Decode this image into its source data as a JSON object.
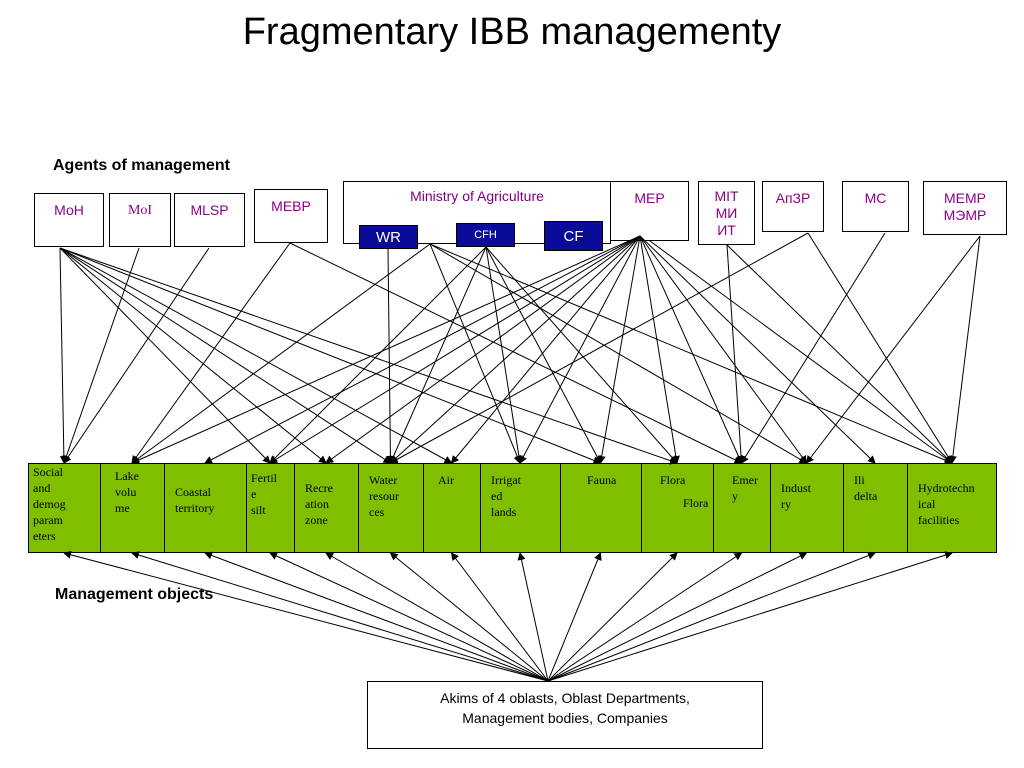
{
  "title": "Fragmentary IBB managementy",
  "labels": {
    "agents": "Agents of management",
    "objects": "Management objects"
  },
  "agents": [
    {
      "id": "moh",
      "label": "МоН"
    },
    {
      "id": "moi",
      "label": "MoI"
    },
    {
      "id": "mlsp",
      "label": "MLSP"
    },
    {
      "id": "mebp",
      "label": "MEBP"
    },
    {
      "id": "moa",
      "label": "Ministry of Agriculture"
    },
    {
      "id": "mep",
      "label": "MEP"
    },
    {
      "id": "mit",
      "label": "MIT\nМИ\nИТ"
    },
    {
      "id": "apzr",
      "label": "АпЗР"
    },
    {
      "id": "mc",
      "label": "MC"
    },
    {
      "id": "memr",
      "label": "MEMP\nМЭМР"
    }
  ],
  "subagents": [
    {
      "id": "wr",
      "label": "WR"
    },
    {
      "id": "cfh",
      "label": "CFH"
    },
    {
      "id": "cf",
      "label": "CF"
    }
  ],
  "objects": [
    {
      "id": "social",
      "label": "Social\nand\ndemog\nparam\neters"
    },
    {
      "id": "lake",
      "label": "Lake\nvolu\nme"
    },
    {
      "id": "coastal",
      "label": "Coastal\nterritory"
    },
    {
      "id": "fertile",
      "label": "Fertil\ne\nsilt"
    },
    {
      "id": "recreation",
      "label": "Recre\nation\nzone"
    },
    {
      "id": "water",
      "label": "Water\nresour\nces"
    },
    {
      "id": "air",
      "label": "Air"
    },
    {
      "id": "irrigated",
      "label": "Irrigat\ned\nlands"
    },
    {
      "id": "fauna",
      "label": "Fauna"
    },
    {
      "id": "flora",
      "label": "Flora"
    },
    {
      "id": "emery",
      "label": "Emer\ny"
    },
    {
      "id": "industry",
      "label": "Indust\nry"
    },
    {
      "id": "ili",
      "label": "Ili\ndelta"
    },
    {
      "id": "hydro",
      "label": "Hydrotechn\nical\nfacilities"
    }
  ],
  "flora_extra": "Flora",
  "akims": "Akims of  4 oblasts,  Oblast Departments,\nManagement bodies, Companies",
  "colors": {
    "objects_fill": "#7fbf00",
    "subagent_fill": "#0b0b9a",
    "agent_text": "#8b008b"
  },
  "links": [
    [
      "moh",
      "social"
    ],
    [
      "moh",
      "fertile"
    ],
    [
      "moh",
      "recreation"
    ],
    [
      "moh",
      "water"
    ],
    [
      "moh",
      "air"
    ],
    [
      "moh",
      "fauna"
    ],
    [
      "moh",
      "flora"
    ],
    [
      "moi",
      "social"
    ],
    [
      "mlsp",
      "social"
    ],
    [
      "mebp",
      "lake"
    ],
    [
      "mebp",
      "emery"
    ],
    [
      "wr",
      "water"
    ],
    [
      "cfh",
      "fertile"
    ],
    [
      "cfh",
      "water"
    ],
    [
      "cfh",
      "irrigated"
    ],
    [
      "cfh",
      "fauna"
    ],
    [
      "cfh",
      "flora"
    ],
    [
      "moa",
      "lake"
    ],
    [
      "moa",
      "irrigated"
    ],
    [
      "moa",
      "industry"
    ],
    [
      "moa",
      "hydro"
    ],
    [
      "cf",
      "lake"
    ],
    [
      "cf",
      "coastal"
    ],
    [
      "cf",
      "fertile"
    ],
    [
      "cf",
      "recreation"
    ],
    [
      "cf",
      "water"
    ],
    [
      "cf",
      "air"
    ],
    [
      "cf",
      "irrigated"
    ],
    [
      "cf",
      "fauna"
    ],
    [
      "cf",
      "flora"
    ],
    [
      "cf",
      "emery"
    ],
    [
      "cf",
      "industry"
    ],
    [
      "cf",
      "ili"
    ],
    [
      "mit",
      "emery"
    ],
    [
      "mit",
      "hydro"
    ],
    [
      "apzr",
      "water"
    ],
    [
      "apzr",
      "hydro"
    ],
    [
      "mc",
      "emery"
    ],
    [
      "memr",
      "hydro"
    ],
    [
      "memr",
      "industry"
    ],
    [
      "mep",
      "hydro"
    ]
  ]
}
